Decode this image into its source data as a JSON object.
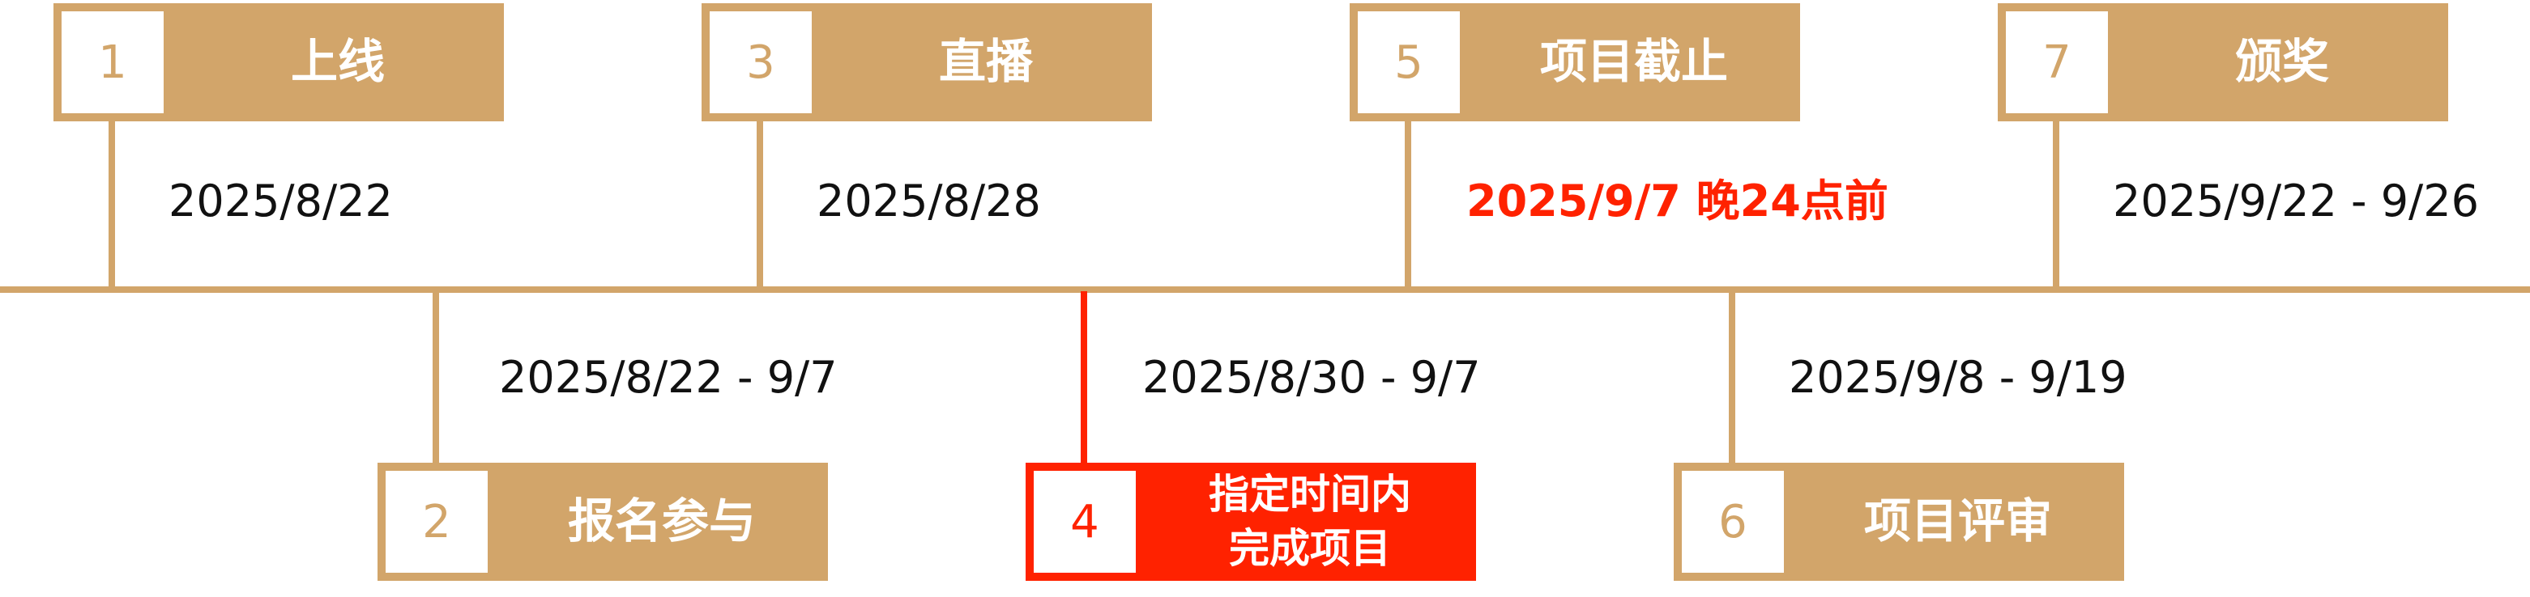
{
  "colors": {
    "accent": "#D2A56A",
    "highlight": "#FF2200"
  },
  "timeline": {
    "steps": [
      {
        "number": "1",
        "title": "上线",
        "date": "2025/8/22"
      },
      {
        "number": "2",
        "title": "报名参与",
        "date": "2025/8/22 - 9/7"
      },
      {
        "number": "3",
        "title": "直播",
        "date": "2025/8/28"
      },
      {
        "number": "4",
        "title_line1": "指定时间内",
        "title_line2": "完成项目",
        "date": "2025/8/30 - 9/7"
      },
      {
        "number": "5",
        "title": "项目截止",
        "date": "2025/9/7 晚24点前"
      },
      {
        "number": "6",
        "title": "项目评审",
        "date": "2025/9/8 - 9/19"
      },
      {
        "number": "7",
        "title": "颁奖",
        "date": "2025/9/22 - 9/26"
      }
    ]
  }
}
